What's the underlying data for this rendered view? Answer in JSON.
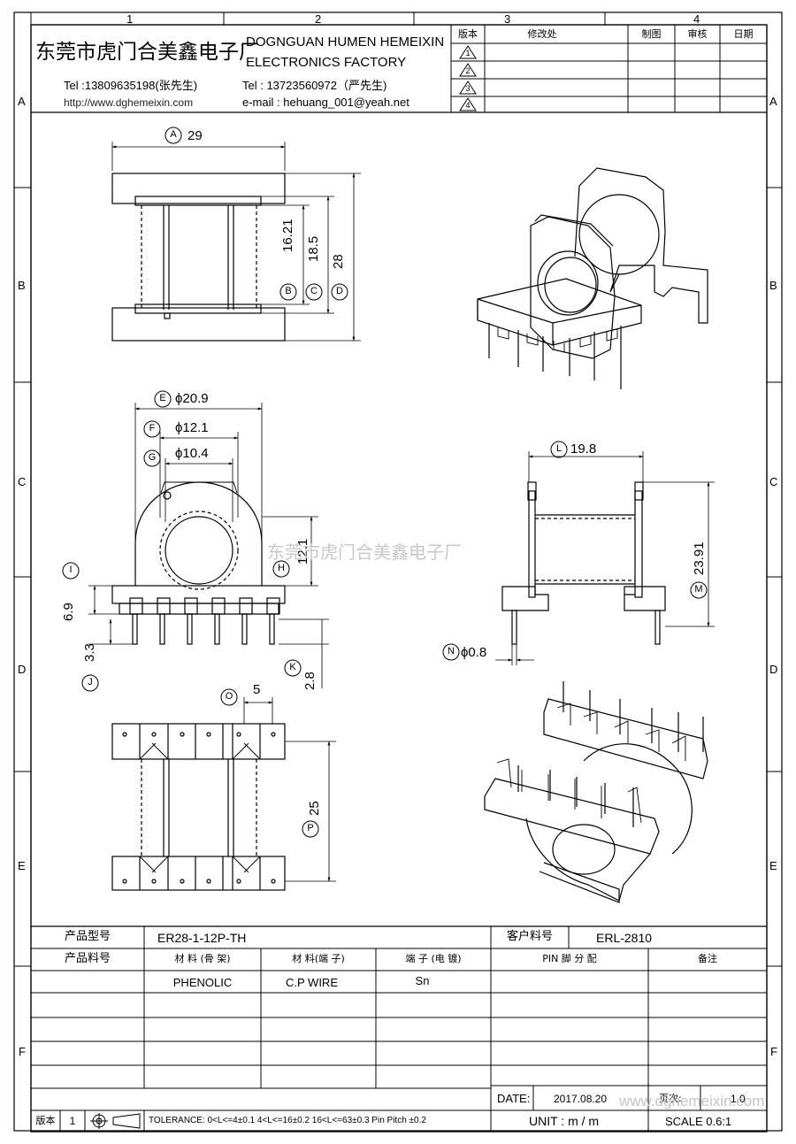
{
  "grid": {
    "columns": [
      "1",
      "2",
      "3",
      "4"
    ],
    "rows": [
      "A",
      "B",
      "C",
      "D",
      "E",
      "F"
    ]
  },
  "header": {
    "company_cn": "东莞市虎门合美鑫电子厂",
    "company_en_1": "DOGNGUAN HUMEN HEMEIXIN",
    "company_en_2": "ELECTRONICS FACTORY",
    "tel_1": "Tel :13809635198(张先生)",
    "tel_2": "Tel : 13723560972（严先生)",
    "website": "http://www.dghemeixin.com",
    "email": "e-mail : hehuang_001@yeah.net"
  },
  "revision_table": {
    "headers": [
      "版本",
      "修改处",
      "制图",
      "审核",
      "日期"
    ],
    "rows": [
      "1",
      "2",
      "3",
      "4"
    ]
  },
  "dimensions": {
    "A": "A",
    "A_val": "29",
    "B": "B",
    "B_val": "16.21",
    "C": "C",
    "C_val": "18.5",
    "D": "D",
    "D_val": "28",
    "E": "E",
    "E_val": "ϕ20.9",
    "F": "F",
    "F_val": "ϕ12.1",
    "G": "G",
    "G_val": "ϕ10.4",
    "H": "H",
    "H_val": "12.1",
    "I": "I",
    "I_val": "6.9",
    "J": "J",
    "J_val": "3.3",
    "K": "K",
    "K_val": "2.8",
    "L": "L",
    "L_val": "19.8",
    "M": "M",
    "M_val": "23.91",
    "N": "N",
    "N_val": "ϕ0.8",
    "O": "O",
    "O_val": "5",
    "P": "P",
    "P_val": "25"
  },
  "watermark_center": "东莞市虎门合美鑫电子厂",
  "watermark_bottom": "www.dghemeixin.com",
  "product_table": {
    "model_label": "产品型号",
    "model_value": "ER28-1-12P-TH",
    "customer_no_label": "客户料号",
    "customer_no_value": "ERL-2810",
    "headers": [
      "产品料号",
      "材 料 (骨 架)",
      "材 料(端 子)",
      "端 子 (电 镀)",
      "PIN 脚 分 配",
      "备注"
    ],
    "row1": [
      "",
      "PHENOLIC",
      "C.P WIRE",
      "Sn",
      "",
      ""
    ]
  },
  "footer": {
    "date_label": "DATE:",
    "date_value": "2017.08.20",
    "page_label": "页次:",
    "page_value": "1.0",
    "version_label": "版本",
    "version_value": "1",
    "tolerance": "TOLERANCE:  0<L<=4±0.1  4<L<=16±0.2  16<L<=63±0.3  Pin Pitch  ±0.2",
    "unit": "UNIT  :  m / m",
    "scale": "SCALE  0.6:1"
  }
}
